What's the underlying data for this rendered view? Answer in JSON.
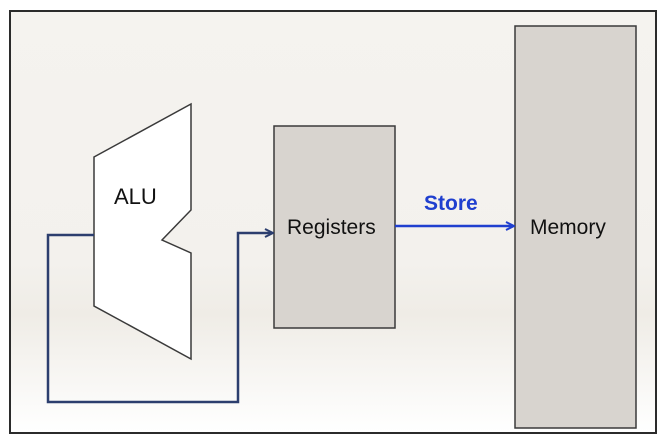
{
  "diagram": {
    "alu": {
      "label": "ALU"
    },
    "registers": {
      "label": "Registers"
    },
    "memory": {
      "label": "Memory"
    },
    "store_arrow": {
      "label": "Store"
    }
  },
  "colors": {
    "box_fill": "#d8d4cf",
    "outline": "#3a3a3a",
    "feedback_line": "#2c3e6e",
    "store_arrow": "#1f3fcf",
    "store_text": "#1f3fcf"
  }
}
